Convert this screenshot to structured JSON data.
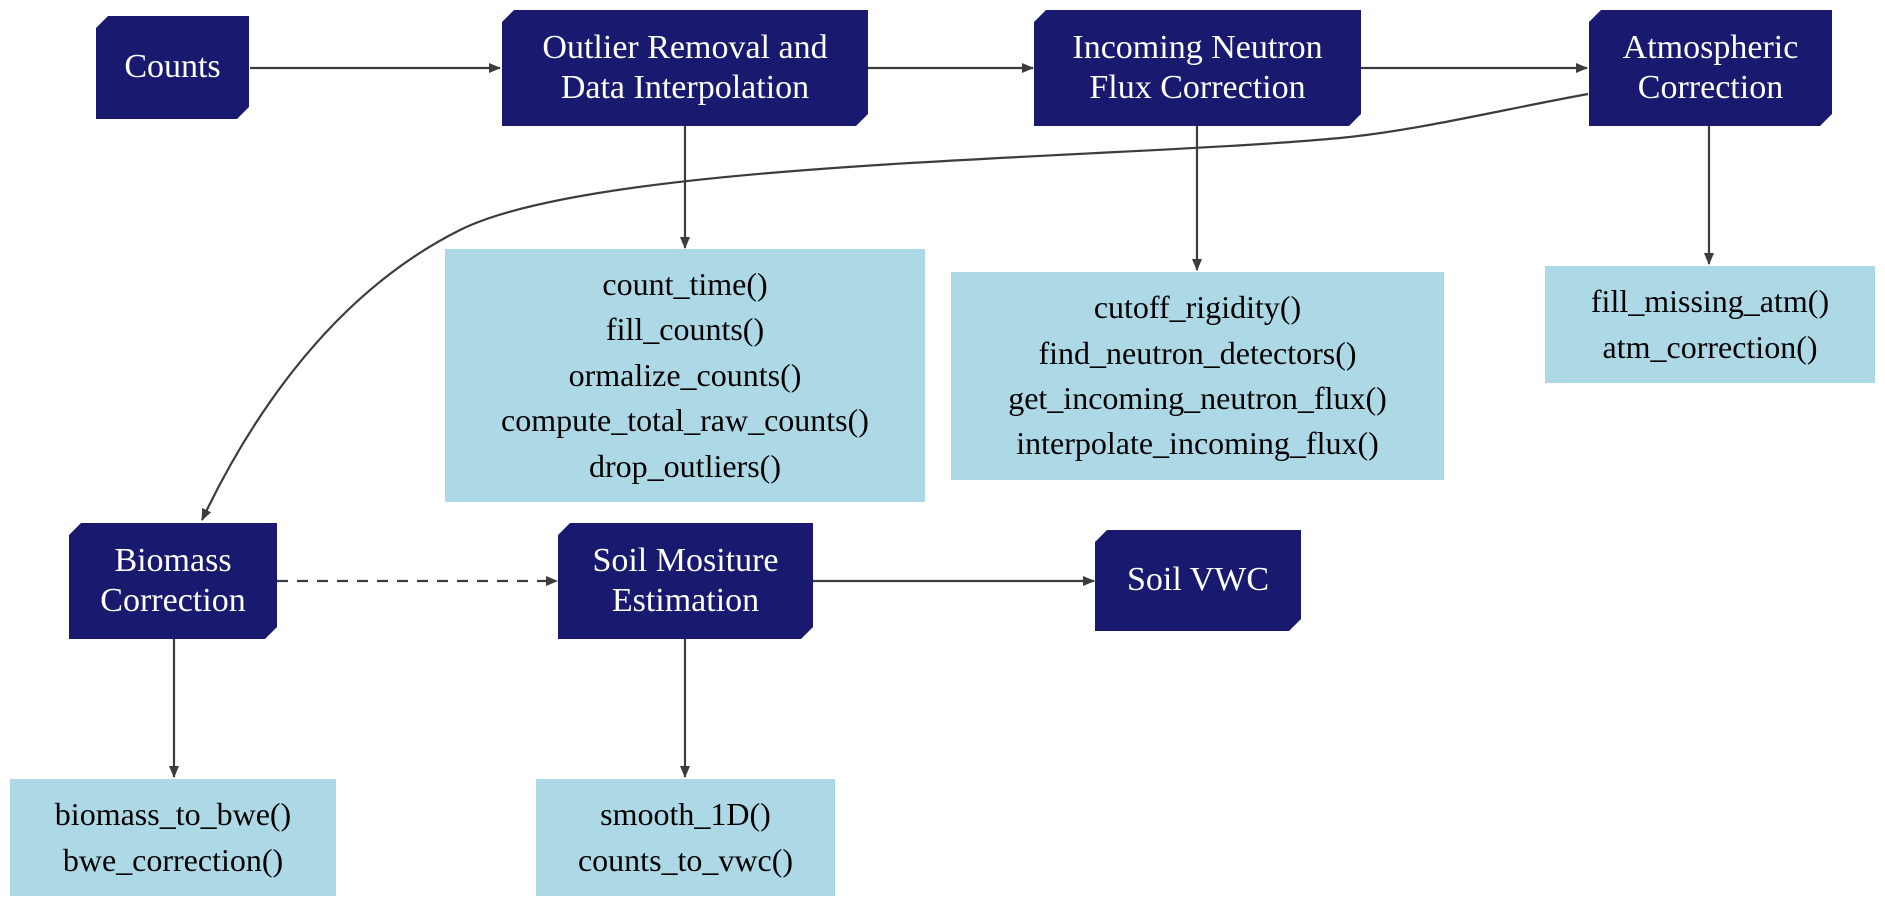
{
  "colors": {
    "step_fill": "#191970",
    "step_text": "#ffffff",
    "function_fill": "#add8e6",
    "function_text": "#000000",
    "edge": "#3c3c3c"
  },
  "nodes": {
    "counts": {
      "lines": [
        "Counts"
      ]
    },
    "outlier": {
      "lines": [
        "Outlier Removal and",
        "Data Interpolation"
      ]
    },
    "incoming": {
      "lines": [
        "Incoming Neutron",
        "Flux Correction"
      ]
    },
    "atmospheric": {
      "lines": [
        "Atmospheric",
        "Correction"
      ]
    },
    "biomass": {
      "lines": [
        "Biomass",
        "Correction"
      ]
    },
    "soil_moisture": {
      "lines": [
        "Soil Mositure",
        "Estimation"
      ]
    },
    "soil_vwc": {
      "lines": [
        "Soil VWC"
      ]
    },
    "outlier_funcs": {
      "lines": [
        "count_time()",
        "fill_counts()",
        "ormalize_counts()",
        "compute_total_raw_counts()",
        "drop_outliers()"
      ]
    },
    "incoming_funcs": {
      "lines": [
        "cutoff_rigidity()",
        "find_neutron_detectors()",
        "get_incoming_neutron_flux()",
        "interpolate_incoming_flux()"
      ]
    },
    "atmospheric_funcs": {
      "lines": [
        "fill_missing_atm()",
        "atm_correction()"
      ]
    },
    "biomass_funcs": {
      "lines": [
        "biomass_to_bwe()",
        "bwe_correction()"
      ]
    },
    "soil_moisture_funcs": {
      "lines": [
        "smooth_1D()",
        "counts_to_vwc()"
      ]
    }
  },
  "edges": [
    {
      "from": "counts",
      "to": "outlier",
      "style": "solid"
    },
    {
      "from": "outlier",
      "to": "incoming",
      "style": "solid"
    },
    {
      "from": "incoming",
      "to": "atmospheric",
      "style": "solid"
    },
    {
      "from": "atmospheric",
      "to": "biomass",
      "style": "solid"
    },
    {
      "from": "biomass",
      "to": "soil_moisture",
      "style": "dashed"
    },
    {
      "from": "soil_moisture",
      "to": "soil_vwc",
      "style": "solid"
    },
    {
      "from": "outlier",
      "to": "outlier_funcs",
      "style": "solid"
    },
    {
      "from": "incoming",
      "to": "incoming_funcs",
      "style": "solid"
    },
    {
      "from": "atmospheric",
      "to": "atmospheric_funcs",
      "style": "solid"
    },
    {
      "from": "biomass",
      "to": "biomass_funcs",
      "style": "solid"
    },
    {
      "from": "soil_moisture",
      "to": "soil_moisture_funcs",
      "style": "solid"
    }
  ]
}
